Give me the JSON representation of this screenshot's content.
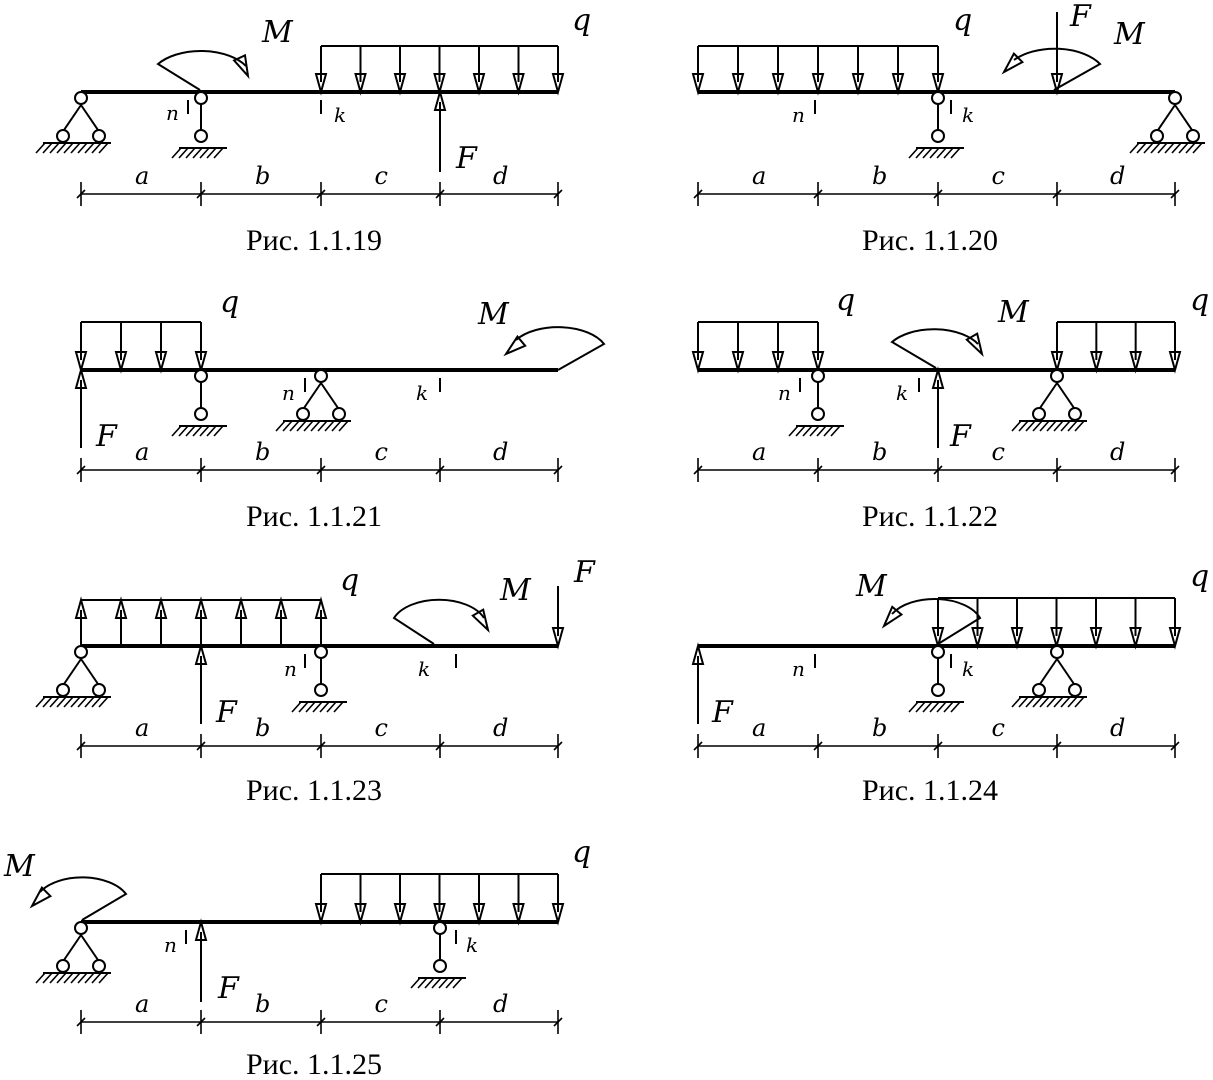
{
  "figures": [
    {
      "caption": "Рис. 1.1.19"
    },
    {
      "caption": "Рис. 1.1.20"
    },
    {
      "caption": "Рис. 1.1.21"
    },
    {
      "caption": "Рис. 1.1.22"
    },
    {
      "caption": "Рис. 1.1.23"
    },
    {
      "caption": "Рис. 1.1.24"
    },
    {
      "caption": "Рис. 1.1.25"
    }
  ],
  "symbols": {
    "moment": "M",
    "force": "F",
    "load": "q",
    "section_n": "n",
    "section_k": "k",
    "span_a": "a",
    "span_b": "b",
    "span_c": "c",
    "span_d": "d"
  }
}
